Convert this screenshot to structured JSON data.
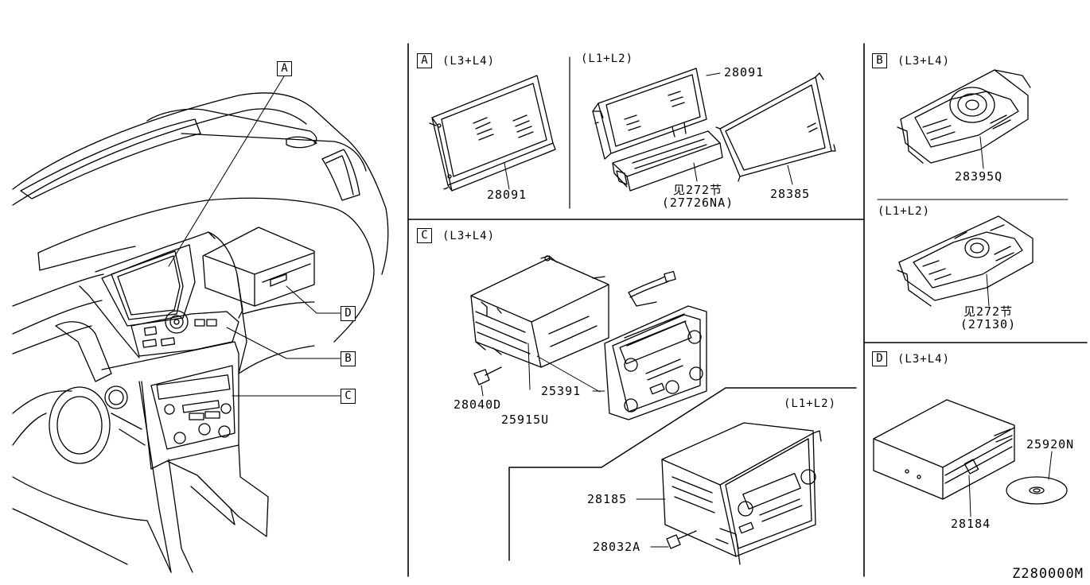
{
  "callouts": {
    "a": "A",
    "b": "B",
    "c": "C",
    "d": "D"
  },
  "sections": {
    "a": {
      "letter": "A",
      "variant_l34": "(L3+L4)",
      "variant_l12": "(L1+L2)"
    },
    "b": {
      "letter": "B",
      "variant_l34": "(L3+L4)",
      "variant_l12": "(L1+L2)"
    },
    "c": {
      "letter": "C",
      "variant_l34": "(L3+L4)",
      "variant_l12": "(L1+L2)"
    },
    "d": {
      "letter": "D",
      "variant_l34": "(L3+L4)"
    }
  },
  "parts": {
    "display_l34": "28091",
    "display_l12": "28091",
    "cover_panel": "28385",
    "ref_272_a": "见272节",
    "ref_27726na": "(27726NA)",
    "controller_l34": "28395Q",
    "ref_272_b": "见272节",
    "ref_27130": "(27130)",
    "bolt_c": "28040D",
    "unit_c": "25915U",
    "audio_panel": "25391",
    "radio_l12": "28185",
    "bolt_l12": "28032A",
    "dvd_changer": "28184",
    "disc": "25920N"
  },
  "diagram_code": "Z280000M"
}
